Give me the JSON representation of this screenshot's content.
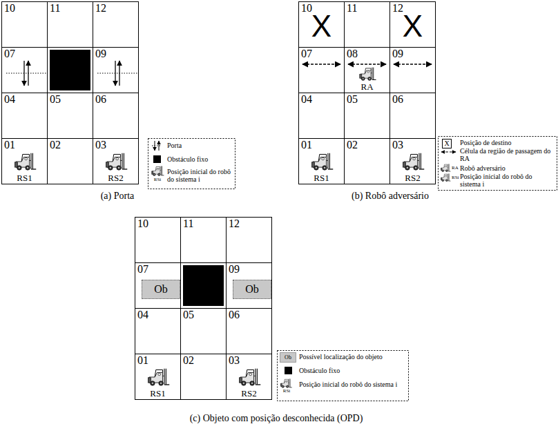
{
  "diagram": {
    "nodes": [
      {
        "text": [
          "10"
        ]
      },
      {
        "text": [
          "11"
        ]
      },
      {
        "text": [
          "12"
        ]
      },
      {
        "text": [
          "07"
        ]
      },
      {
        "text": [
          "09"
        ]
      },
      {
        "text": [
          "04"
        ]
      },
      {
        "text": [
          "05"
        ]
      },
      {
        "text": [
          "06"
        ]
      },
      {
        "text": [
          "01",
          "RS1"
        ]
      },
      {
        "text": [
          "02"
        ]
      },
      {
        "text": [
          "03",
          "RS2"
        ]
      },
      {
        "text": [
          "10",
          "X"
        ]
      },
      {
        "text": [
          "11"
        ]
      },
      {
        "text": [
          "12",
          "X"
        ]
      },
      {
        "text": [
          "07"
        ]
      },
      {
        "text": [
          "08",
          "RA"
        ]
      },
      {
        "text": [
          "09"
        ]
      },
      {
        "text": [
          "04"
        ]
      },
      {
        "text": [
          "05"
        ]
      },
      {
        "text": [
          "06"
        ]
      },
      {
        "text": [
          "01",
          "RS1"
        ]
      },
      {
        "text": [
          "02"
        ]
      },
      {
        "text": [
          "03",
          "RS2"
        ]
      },
      {
        "text": [
          "10"
        ]
      },
      {
        "text": [
          "11"
        ]
      },
      {
        "text": [
          "12"
        ]
      },
      {
        "text": [
          "07"
        ]
      },
      {
        "text": [
          "Ob"
        ],
        "in": 26
      },
      {
        "text": [
          "09"
        ]
      },
      {
        "text": [
          "Ob"
        ],
        "in": 28
      },
      {
        "text": [
          "04"
        ]
      },
      {
        "text": [
          "05"
        ]
      },
      {
        "text": [
          "06"
        ]
      },
      {
        "text": [
          "01",
          "RS1"
        ]
      },
      {
        "text": [
          "02"
        ]
      },
      {
        "text": [
          "03",
          "RS2"
        ]
      }
    ],
    "labels": [
      "(a) Porta",
      "(b) Robô adversário",
      "(c) Objeto com posição desconhecida (OPD)",
      "RSi",
      "X",
      "RA",
      "RSi",
      "Ob",
      "RSi"
    ],
    "legend": [
      {
        "text": "Porta"
      },
      {
        "text": "Obstáculo fixo",
        "color": "#000000"
      },
      {
        "text": "Posição inicial do robô do sistema i"
      },
      {
        "text": "Posição de destino"
      },
      {
        "text": "Célula da região de passagem do RA"
      },
      {
        "text": "Robô adversário"
      },
      {
        "text": "Posição inicial do robô do sistema i"
      },
      {
        "text": "Possível localização do objeto"
      },
      {
        "text": "Obstáculo fixo",
        "color": "#000000"
      },
      {
        "text": "Posição inicial do robô do sistema i"
      }
    ]
  }
}
